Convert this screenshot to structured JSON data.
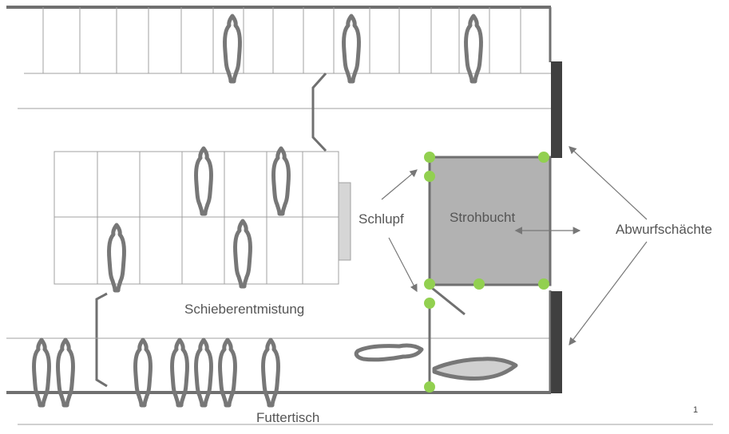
{
  "labels": {
    "schlupf": "Schlupf",
    "strohbucht": "Strohbucht",
    "abwurfschaechte": "Abwurfschächte",
    "schieberentmistung": "Schieberentmistung",
    "futtertisch": "Futtertisch",
    "page_number": "1"
  },
  "colors": {
    "wall": "#707070",
    "thin_line": "#a0a0a0",
    "cow": "#777777",
    "straw_pen": "#b2b2b2",
    "gate_point": "#92d050",
    "chute": "#404040",
    "scraper_plate": "#d6d6d6",
    "arrow": "#777777"
  },
  "icons": {
    "cow": "cow-topview-icon",
    "gate": "gate-point-icon"
  }
}
